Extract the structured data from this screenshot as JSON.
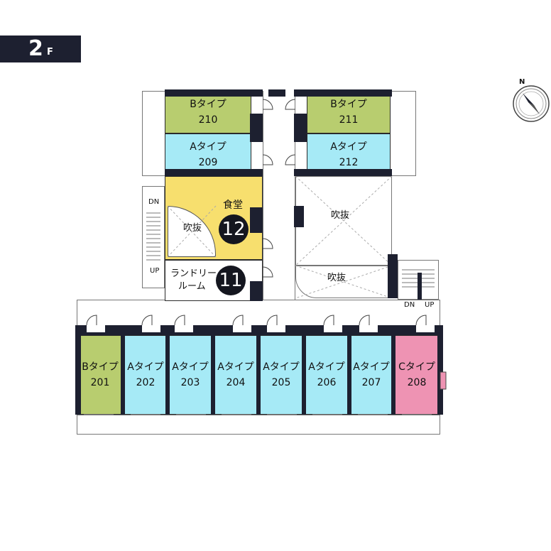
{
  "floor": {
    "number": "2",
    "unit": "F"
  },
  "compass": {
    "label": "N"
  },
  "rooms": {
    "r201": {
      "type": "Bタイプ",
      "number": "201",
      "color": "#b8cd6f"
    },
    "r202": {
      "type": "Aタイプ",
      "number": "202",
      "color": "#a6eaf6"
    },
    "r203": {
      "type": "Aタイプ",
      "number": "203",
      "color": "#a6eaf6"
    },
    "r204": {
      "type": "Aタイプ",
      "number": "204",
      "color": "#a6eaf6"
    },
    "r205": {
      "type": "Aタイプ",
      "number": "205",
      "color": "#a6eaf6"
    },
    "r206": {
      "type": "Aタイプ",
      "number": "206",
      "color": "#a6eaf6"
    },
    "r207": {
      "type": "Aタイプ",
      "number": "207",
      "color": "#a6eaf6"
    },
    "r208": {
      "type": "Cタイプ",
      "number": "208",
      "color": "#ee93b3"
    },
    "r209": {
      "type": "Aタイプ",
      "number": "209",
      "color": "#a6eaf6"
    },
    "r210": {
      "type": "Bタイプ",
      "number": "210",
      "color": "#b8cd6f"
    },
    "r211": {
      "type": "Bタイプ",
      "number": "211",
      "color": "#b8cd6f"
    },
    "r212": {
      "type": "Aタイプ",
      "number": "212",
      "color": "#a6eaf6"
    }
  },
  "dining": {
    "label": "食堂",
    "number": "12",
    "void_label": "吹抜",
    "color": "#f7df6e"
  },
  "laundry": {
    "line1": "ランドリー",
    "line2": "ルーム",
    "number": "11"
  },
  "voids": {
    "upper": "吹抜",
    "lower": "吹抜"
  },
  "stairs_left": {
    "dn": "DN",
    "up": "UP"
  },
  "stairs_right": {
    "dn": "DN",
    "up": "UP"
  }
}
